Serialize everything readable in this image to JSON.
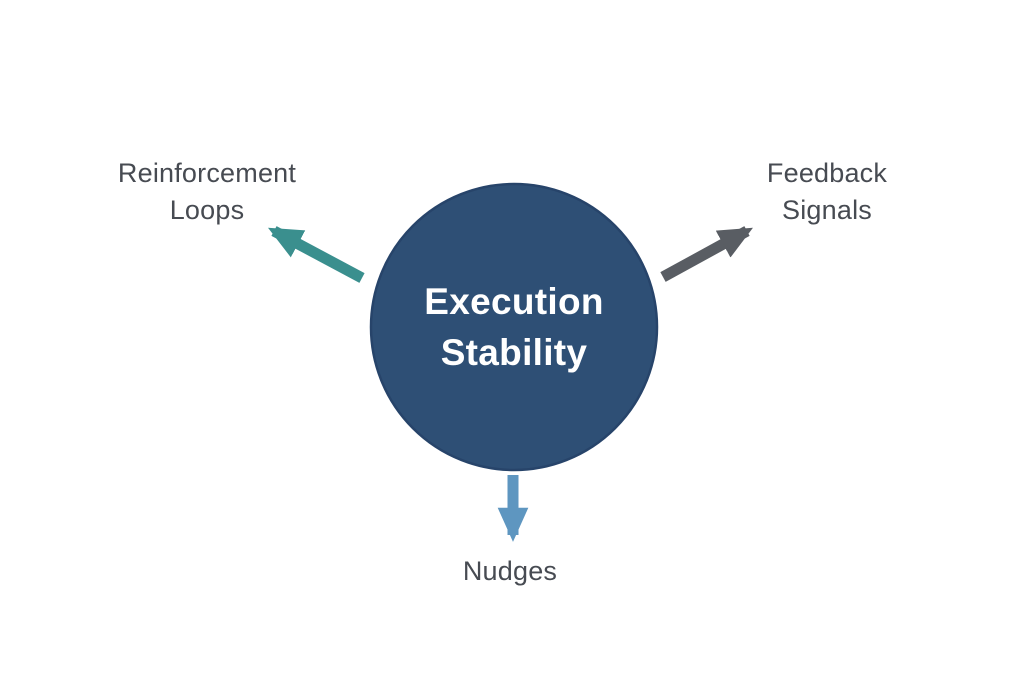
{
  "diagram": {
    "title": "Execution Stability hub diagram",
    "center": {
      "lines": [
        "Execution",
        "Stability"
      ]
    },
    "nodes": [
      {
        "id": "reinforcement-loops",
        "lines": [
          "Reinforcement",
          "Loops"
        ],
        "arrow_direction": "upper-left"
      },
      {
        "id": "feedback-signals",
        "lines": [
          "Feedback",
          "Signals"
        ],
        "arrow_direction": "upper-right"
      },
      {
        "id": "nudges",
        "lines": [
          "Nudges"
        ],
        "arrow_direction": "down"
      }
    ],
    "colors": {
      "background": "#ffffff",
      "circle_fill": "#2e4f75",
      "circle_edge": "#27446a",
      "center_text": "#ffffff",
      "label_text": "#474b52",
      "arrow_reinforcement": "#3a8f8e",
      "arrow_feedback": "#595d63",
      "arrow_nudges": "#5e96c0"
    }
  }
}
